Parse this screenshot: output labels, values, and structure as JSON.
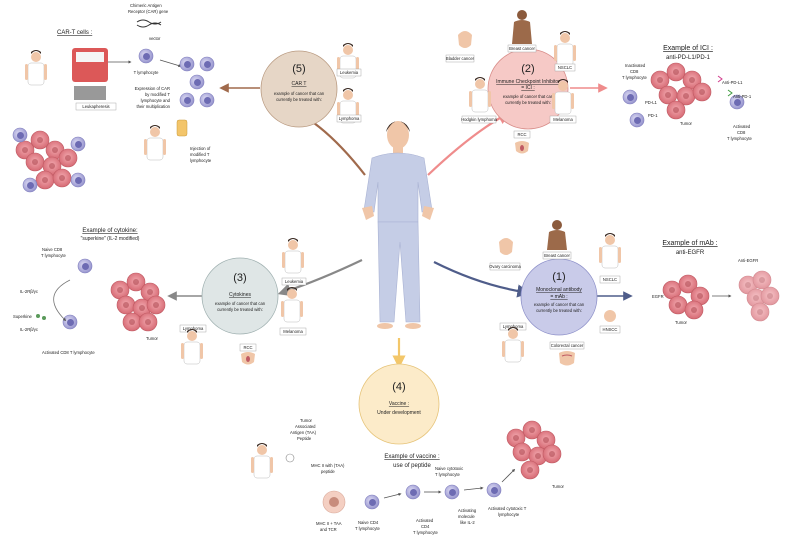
{
  "center": {
    "n5": "(5)",
    "n5_title": "CAR T",
    "n5_desc1": "example of cancer that can",
    "n5_desc2": "currently be treated with:",
    "n2": "(2)",
    "n2_title1": "Immune Checkpoint Inhibitor",
    "n2_title2": "= ICI :",
    "n2_desc1": "example of cancer that can",
    "n2_desc2": "currently be treated with:",
    "n3": "(3)",
    "n3_title": "Cytokines",
    "n3_desc1": "example of cancer that can",
    "n3_desc2": "currently be treated with:",
    "n1": "(1)",
    "n1_title1": "Monoclonal antibody",
    "n1_title2": "= mAb :",
    "n1_desc1": "example of cancer that can",
    "n1_desc2": "currently be treated with:",
    "n4": "(4)",
    "n4_title": "Vaccine :",
    "n4_desc": "Under development"
  },
  "cancers": {
    "car_t": [
      "Leukemia",
      "Lymphoma"
    ],
    "ici": [
      "Bladder cancer",
      "Breast cancer",
      "NSCLC",
      "Hodgkin lymphoma",
      "Melanoma",
      "RCC"
    ],
    "cytokines": [
      "Leukemia",
      "Lymphoma",
      "Melanoma",
      "RCC"
    ],
    "mab": [
      "Ovary carcinoma",
      "Breast cancer",
      "NSCLC",
      "Lymphoma",
      "HNSCC",
      "Colorectal cancer"
    ]
  },
  "car_t_panel": {
    "title": "CAR-T cells :",
    "gene1": "Chimeric Antigen",
    "gene2": "Receptor (CAR) gene",
    "t_lymph": "T lymphocyte",
    "leuka": "Leukapheresis",
    "expr1": "Expression of CAR",
    "expr2": "by modified T",
    "expr3": "lymphocyte and",
    "expr4": "their multiplication",
    "inj1": "Injection of",
    "inj2": "modified T",
    "inj3": "lymphocyte",
    "vector": "vector"
  },
  "ici_panel": {
    "title1": "Example of ICI :",
    "title2": "anti-PD-L1/PD-1",
    "inact1": "Inactivated",
    "inact2": "CD8",
    "inact3": "T lymphocyte",
    "pdl1": "PD-L1",
    "pd1": "PD-1",
    "tumor": "Tumor",
    "anti_pdl1": "Anti-PD-L1",
    "anti_pd1": "Anti-PD-1",
    "act1": "Activated",
    "act2": "CD8",
    "act3": "T lymphocyte"
  },
  "cyto_panel": {
    "title1": "Example of cytokine:",
    "title2": "\"superkine\" (IL-2 modified)",
    "naive1": "Naive CD8",
    "naive2": "T lymphocyte",
    "il2r1": "IL-2Rβ/γc",
    "superkine": "Superkine",
    "il2r2": "IL-2Rβ/γc",
    "activated": "Activated CD8 T lymphocyte",
    "tumor": "Tumor"
  },
  "mab_panel": {
    "title1": "Example of mAb :",
    "title2": "anti-EGFR",
    "egfr": "EGFR",
    "anti_egfr": "Anti-EGFR",
    "tumor": "Tumor"
  },
  "vaccine_panel": {
    "title1": "Example of vaccine :",
    "title2": "use of peptide",
    "taa1": "Tumor",
    "taa2": "Associated",
    "taa3": "Antigen (TAA)",
    "taa4": "Peptide",
    "mhc1": "MHC II with (TAA)",
    "mhc2": "peptide",
    "mhc_tcr1": "MHC II + TAA",
    "mhc_tcr2": "and TCR",
    "naive_cd4_1": "Naive CD4",
    "naive_cd4_2": "T lymphocyte",
    "act_cd4_1": "Activated",
    "act_cd4_2": "CD4",
    "act_cd4_3": "T lymphocyte",
    "naive_cyt1": "Naive cytotoxic",
    "naive_cyt2": "T lymphocyte",
    "act_mol1": "Activating",
    "act_mol2": "molecule",
    "act_mol3": "like IL-2",
    "act_cyt1": "Activated cytotoxic T",
    "act_cyt2": "lymphocyte",
    "tumor": "Tumor"
  },
  "colors": {
    "car_t": "#e6d6c6",
    "ici": "#f6c9c6",
    "cyto": "#dfe6e6",
    "mab": "#c9cbe9",
    "vaccine": "#fcebc9",
    "tumor": "#e4888e",
    "tcell": "#b6b4de",
    "shirt": "#c5cde6"
  }
}
